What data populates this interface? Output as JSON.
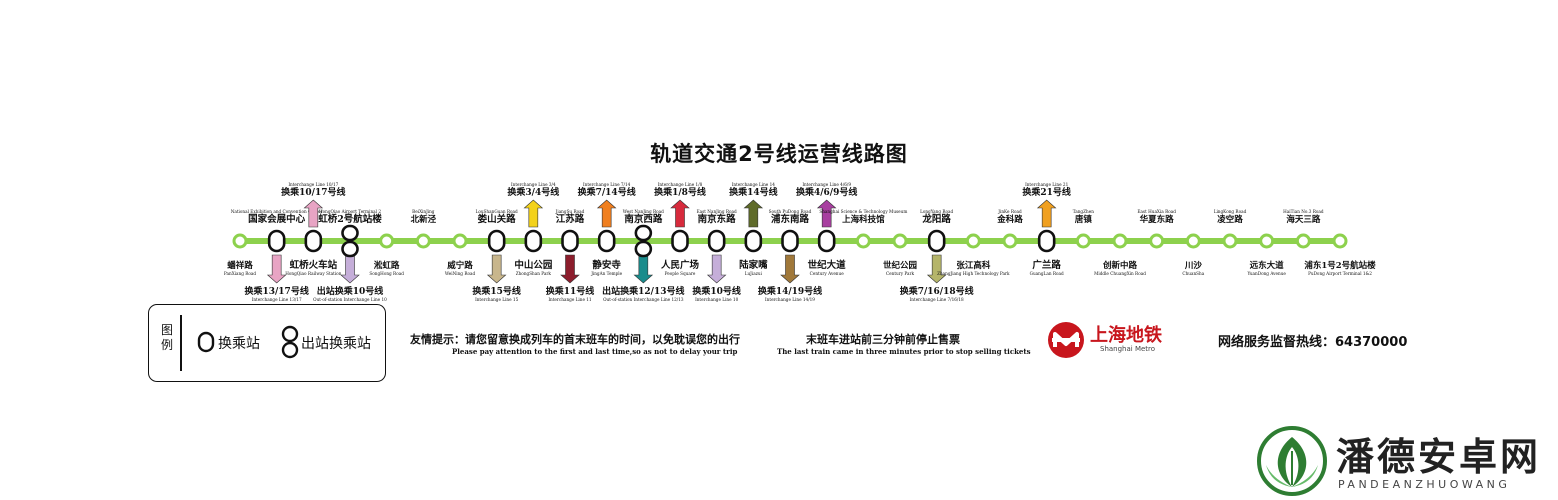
{
  "title": "轨道交通2号线运营线路图",
  "line_color": "#8dd14d",
  "stations": [
    {
      "cn": "蟠祥路",
      "en": "PanXiang Road",
      "label": "below",
      "type": "normal"
    },
    {
      "cn": "国家会展中心",
      "en": "National Exhibition and Convention Center",
      "label": "above",
      "type": "interchange",
      "arrows": [
        {
          "dir": "down",
          "color": "#e8a4c4",
          "cn": "换乘13/17号线",
          "en": "Interchange Line 13/17"
        }
      ]
    },
    {
      "cn": "虹桥火车站",
      "en": "HongQiao Railway Station",
      "label": "below",
      "type": "interchange",
      "arrows": [
        {
          "dir": "up",
          "color": "#e8a4c4",
          "cn": "换乘10/17号线",
          "en": "Interchange Line 10/17"
        }
      ]
    },
    {
      "cn": "虹桥2号航站楼",
      "en": "HongQiao Airport Terminal 2",
      "label": "above",
      "type": "outstation",
      "arrows": [
        {
          "dir": "down",
          "color": "#c5aed9",
          "cn": "出站换乘10号线",
          "en": "Out-of-station Interchange Line 10"
        }
      ]
    },
    {
      "cn": "淞虹路",
      "en": "SongHong Road",
      "label": "below",
      "type": "normal"
    },
    {
      "cn": "北新泾",
      "en": "BeiXinJing",
      "label": "above",
      "type": "normal"
    },
    {
      "cn": "威宁路",
      "en": "WeiNing Road",
      "label": "below",
      "type": "normal"
    },
    {
      "cn": "娄山关路",
      "en": "LouShanGuan Road",
      "label": "above",
      "type": "interchange",
      "arrows": [
        {
          "dir": "down",
          "color": "#c8b68c",
          "cn": "换乘15号线",
          "en": "Interchange Line 15"
        }
      ]
    },
    {
      "cn": "中山公园",
      "en": "ZhongShan Park",
      "label": "below",
      "type": "interchange",
      "arrows": [
        {
          "dir": "up",
          "color": "#f3d21b",
          "cn": "换乘3/4号线",
          "en": "Interchange Line 3/4"
        }
      ]
    },
    {
      "cn": "江苏路",
      "en": "JiangSu Road",
      "label": "above",
      "type": "interchange",
      "arrows": [
        {
          "dir": "down",
          "color": "#8c1d2c",
          "cn": "换乘11号线",
          "en": "Interchange Line 11"
        }
      ]
    },
    {
      "cn": "静安寺",
      "en": "JingAn Temple",
      "label": "below",
      "type": "interchange",
      "arrows": [
        {
          "dir": "up",
          "color": "#f07f1f",
          "cn": "换乘7/14号线",
          "en": "Interchange Line 7/14"
        }
      ]
    },
    {
      "cn": "南京西路",
      "en": "West NanJing Road",
      "label": "above",
      "type": "outstation",
      "arrows": [
        {
          "dir": "down",
          "color": "#1a8c8c",
          "cn": "出站换乘12/13号线",
          "en": "Out-of-station Interchange Line 12/13"
        }
      ]
    },
    {
      "cn": "人民广场",
      "en": "People Square",
      "label": "below",
      "type": "interchange",
      "arrows": [
        {
          "dir": "up",
          "color": "#d72a3c",
          "cn": "换乘1/8号线",
          "en": "Interchange Line 1/8"
        }
      ]
    },
    {
      "cn": "南京东路",
      "en": "East NanJing Road",
      "label": "above",
      "type": "interchange",
      "arrows": [
        {
          "dir": "down",
          "color": "#c5aed9",
          "cn": "换乘10号线",
          "en": "Interchange Line 10"
        }
      ]
    },
    {
      "cn": "陆家嘴",
      "en": "LuJiazui",
      "label": "below",
      "type": "interchange",
      "arrows": [
        {
          "dir": "up",
          "color": "#5f6b2a",
          "cn": "换乘14号线",
          "en": "Interchange Line 14"
        }
      ]
    },
    {
      "cn": "浦东南路",
      "en": "South PuDong Road",
      "label": "above",
      "type": "interchange",
      "arrows": [
        {
          "dir": "down",
          "color": "#a0783a",
          "cn": "换乘14/19号线",
          "en": "Interchange Line 14/19"
        }
      ]
    },
    {
      "cn": "世纪大道",
      "en": "Century Avenue",
      "label": "below",
      "type": "interchange",
      "arrows": [
        {
          "dir": "up",
          "color": "#a83fa0",
          "cn": "换乘4/6/9号线",
          "en": "Interchange Line 4/6/9"
        }
      ]
    },
    {
      "cn": "上海科技馆",
      "en": "Shanghai Science & Technology Museum",
      "label": "above",
      "type": "normal"
    },
    {
      "cn": "世纪公园",
      "en": "Century Park",
      "label": "below",
      "type": "normal"
    },
    {
      "cn": "龙阳路",
      "en": "LongYang Road",
      "label": "above",
      "type": "interchange",
      "arrows": [
        {
          "dir": "down",
          "color": "#b5b56a",
          "cn": "换乘7/16/18号线",
          "en": "Interchange Line 7/16/18"
        }
      ]
    },
    {
      "cn": "张江高科",
      "en": "ZhangJiang High Technology Park",
      "label": "below",
      "type": "normal"
    },
    {
      "cn": "金科路",
      "en": "JinKe Road",
      "label": "above",
      "type": "normal"
    },
    {
      "cn": "广兰路",
      "en": "GuangLan Road",
      "label": "below",
      "type": "interchange",
      "arrows": [
        {
          "dir": "up",
          "color": "#f0a020",
          "cn": "换乘21号线",
          "en": "Interchange Line 21"
        }
      ]
    },
    {
      "cn": "唐镇",
      "en": "TangZhen",
      "label": "above",
      "type": "normal"
    },
    {
      "cn": "创新中路",
      "en": "Middle ChuangXin Road",
      "label": "below",
      "type": "normal"
    },
    {
      "cn": "华夏东路",
      "en": "East HuaXia Road",
      "label": "above",
      "type": "normal"
    },
    {
      "cn": "川沙",
      "en": "ChuanSha",
      "label": "below",
      "type": "normal"
    },
    {
      "cn": "凌空路",
      "en": "LingKong Road",
      "label": "above",
      "type": "normal"
    },
    {
      "cn": "远东大道",
      "en": "YuanDong Avenue",
      "label": "below",
      "type": "normal"
    },
    {
      "cn": "海天三路",
      "en": "HaiTian No.3 Road",
      "label": "above",
      "type": "normal"
    },
    {
      "cn": "浦东1号2号航站楼",
      "en": "PuDong Airport Terminal 1&2",
      "label": "below",
      "type": "normal"
    }
  ],
  "legend": {
    "heading": "图例",
    "interchange": "换乘站",
    "outstation": "出站换乘站"
  },
  "notice1": {
    "cn": "友情提示：请您留意换成列车的首末班车的时间，以免耽误您的出行",
    "en": "Please pay attention to the first and last time,so as not to delay your trip"
  },
  "notice2": {
    "cn": "末班车进站前三分钟前停止售票",
    "en": "The last train came in three minutes prior to stop selling tickets"
  },
  "logo": {
    "cn": "上海地铁",
    "en": "Shanghai Metro",
    "color": "#c8161d"
  },
  "hotline": "网络服务监督热线：64370000",
  "watermark": {
    "cn": "潘德安卓网",
    "en": "PANDEANZHUOWANG",
    "color": "#2e7d32"
  }
}
